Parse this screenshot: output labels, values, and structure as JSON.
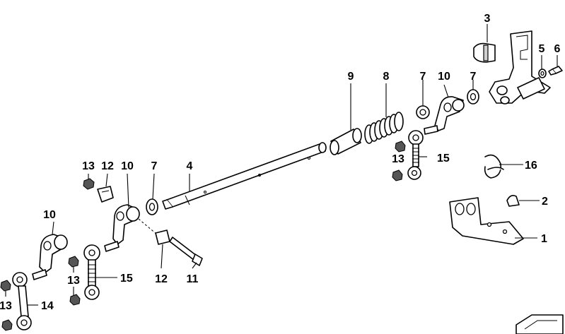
{
  "callouts": {
    "c1": "1",
    "c2": "2",
    "c3": "3",
    "c4": "4",
    "c5": "5",
    "c6": "6",
    "c7a": "7",
    "c7b": "7",
    "c7c": "7",
    "c8": "8",
    "c9": "9",
    "c10a": "10",
    "c10b": "10",
    "c10c": "10",
    "c11": "11",
    "c12a": "12",
    "c12b": "12",
    "c13a": "13",
    "c13b": "13",
    "c13c": "13",
    "c13d": "13",
    "c14": "14",
    "c15a": "15",
    "c15b": "15",
    "c16": "16"
  }
}
